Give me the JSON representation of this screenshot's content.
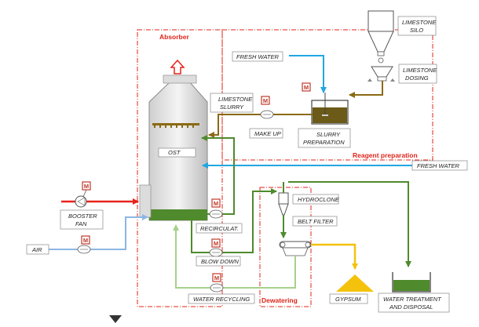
{
  "diagram": {
    "sections": {
      "absorber": "Absorber",
      "reagent": "Reagent preparation",
      "dewatering": "Dewatering"
    },
    "labels": {
      "limestone_silo": [
        "LIMESTONE",
        "SILO"
      ],
      "fresh_water_top": "FRESH WATER",
      "limestone_dosing": [
        "LIMESTONE",
        "DOSING"
      ],
      "limestone_slurry": [
        "LIMESTONE",
        "SLURRY"
      ],
      "make_up": "MAKE UP",
      "slurry_preparation": [
        "SLURRY",
        "PREPARATION"
      ],
      "ost": "OST",
      "fresh_water_right": "FRESH WATER",
      "hydroclone": "HYDROCLONE",
      "belt_filter": "BELT FILTER",
      "booster_fan": [
        "BOOSTER",
        "FAN"
      ],
      "air": "AIR",
      "recirculat": "RECIRCULAT.",
      "blow_down": "BLOW DOWN",
      "water_recycling": "WATER RECYCLING",
      "gypsum": "GYPSUM",
      "water_treatment": [
        "WATER TREATMENT",
        "AND DISPOSAL"
      ],
      "motor": "M"
    },
    "colors": {
      "flue_gas": "#e8221b",
      "air": "#8db6e3",
      "fresh_water": "#21a6e2",
      "limestone": "#8a6a14",
      "green_dark": "#4f8a2c",
      "green_light": "#a6d18a",
      "gypsum": "#f4c20d",
      "section_border": "#e0251b"
    }
  }
}
